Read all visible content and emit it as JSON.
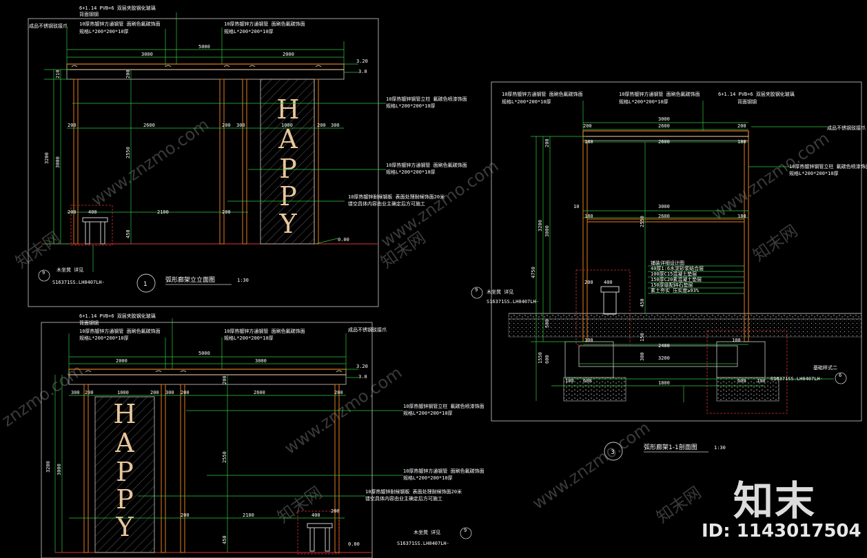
{
  "watermark": {
    "site": "www.znzmo.com",
    "site_short": "znzmo.com",
    "brand_cn": "知末网",
    "logo": "知末",
    "id_label": "ID: 1143017504"
  },
  "drawings": {
    "elev1": {
      "num": "1",
      "title": "弧形廊架立立面图",
      "scale": "1:30",
      "notes": {
        "glass": "6+1.14 PVB+6   双层夹胶钢化玻璃",
        "glass_b": "背面钢钢",
        "tube1": "10厚热镀锌方通钢管  面刷色氟碳饰面",
        "tube1_b": "规格L*200*200*10厚",
        "tube2": "10厚热镀锌方通钢管  面刷色氟碳饰面",
        "tube2_b": "规格L*200*200*10厚",
        "anchor": "成品不锈钢驳接爪",
        "col": "10厚热镀锌钢管立柱  氟碳色喷漆饰面",
        "col_b": "规格L*200*200*10厚",
        "tube3": "10厚热镀锌方通钢管  面刷色氟碳饰面",
        "tube3_b": "规格L*200*200*10厚",
        "corten": "10厚热镀锌耐候钢板  表面处理耐候饰面20米",
        "corten_b": "镂空具体内容由业主确定后方可施工",
        "bench": "木坐凳  详见",
        "ref": "S16371SS.LH0407LH-",
        "ref_tag": "9"
      },
      "dims": {
        "d5000": "5000",
        "d3000": "3000",
        "d2000": "2000",
        "d320": "3.20",
        "d30": "3.0",
        "d200": "200",
        "d2600": "2600",
        "d300": "300",
        "d1000": "1000",
        "d2550": "2550",
        "d2100": "2100",
        "d400": "400",
        "d450": "450",
        "d3200": "3200",
        "d3000v": "3000",
        "d0": "0.00",
        "d210": "210"
      },
      "letters": [
        "H",
        "A",
        "P",
        "P",
        "Y"
      ]
    },
    "elev2": {
      "notes": {
        "glass": "6+1.14 PVB+6   双层夹胶钢化玻璃",
        "glass_b": "背面钢钢",
        "tube1": "10厚热镀锌方通钢管  面刷色氟碳饰面",
        "tube1_b": "规格L*200*200*10厚",
        "tube2": "10厚热镀锌方通钢管  面刷色氟碳饰面",
        "tube2_b": "规格L*200*200*10厚",
        "anchor": "成品不锈钢驳接爪",
        "col": "10厚热镀锌钢管立柱  氟碳色喷漆饰面",
        "col_b": "规格L*200*200*10厚",
        "tube3": "10厚热镀锌方通钢管  面刷色氟碳饰面",
        "tube3_b": "规格L*200*200*10厚",
        "corten": "10厚热镀锌耐候钢板  表面处理耐候饰面20米",
        "corten_b": "镂空具体内容由业主确定后方可施工",
        "bench": "木坐凳  详见",
        "ref": "S16371SS.LH0407LH-",
        "ref_tag": "9"
      },
      "dims": {
        "d5000": "5000",
        "d2000": "2000",
        "d3000": "3000",
        "d320": "3.20",
        "d30": "3.0",
        "d300": "300",
        "d200": "200",
        "d1000": "1000",
        "d2600": "2600",
        "d2550": "2550",
        "d2100": "2100",
        "d400": "400",
        "d450": "450",
        "d3200": "3200",
        "d3000v": "3000",
        "d0": "0.00"
      }
    },
    "sect3": {
      "num": "3",
      "title": "弧形廊架1-1剖面图",
      "scale": "1:30",
      "notes": {
        "tube1": "10厚热镀锌方通钢管  面刷色氟碳饰面",
        "tube1_b": "规格L*200*200*10厚",
        "glass": "6+1.14 PVB+6   双层夹胶钢化玻璃",
        "glass_b": "背面钢钢",
        "anchor": "成品不锈钢驳接爪",
        "col": "10厚热镀锌钢管立柱  氟碳色喷漆饰面",
        "col_b": "规格L*200*200*10厚",
        "bench": "木坐凳  详见",
        "ref": "S16371SS.LH0407LH-",
        "ref_tag": "9",
        "found": "基础样式二",
        "found_ref": "S16371SS.LH0407LH-",
        "found_tag": "6",
        "layer1": "铺装详细设计图",
        "layer2": "40厚1:6水泥砂浆结合层",
        "layer3": "100厚C15混凝土垫层",
        "layer4": "150厚C20素混凝土垫层",
        "layer5": "150厚级配碎石垫层",
        "layer6": "素土夯实 压实度≥93%"
      },
      "dims": {
        "d3000": "3000",
        "d200": "200",
        "d2600": "2600",
        "d10": "10",
        "d180": "180",
        "d3200v": "3200",
        "d3000v": "3000",
        "d4750": "4750",
        "d2550": "2550",
        "d400": "400",
        "d450": "450",
        "d300": "300",
        "d150": "150",
        "d2400": "2400",
        "d3200": "3200",
        "d600": "600",
        "d100": "100",
        "d1800": "1800",
        "d1550": "1550",
        "d500": "500",
        "d450b": "450",
        "d150b": "150"
      }
    }
  }
}
